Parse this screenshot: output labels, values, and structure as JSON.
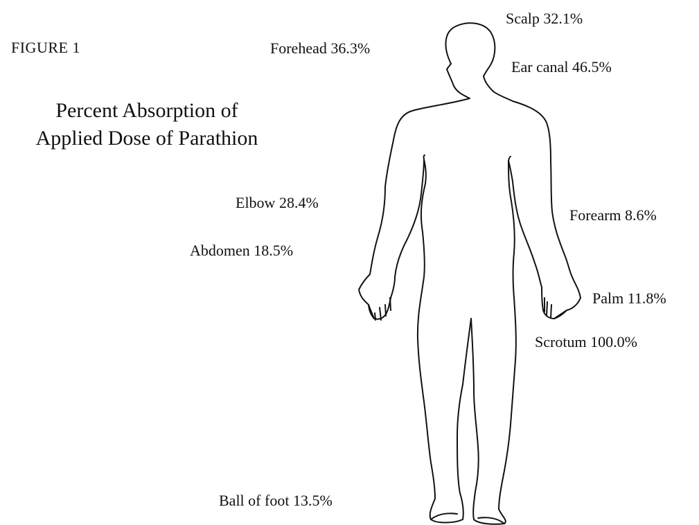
{
  "figure_label": "FIGURE 1",
  "title": {
    "line1": "Percent Absorption of",
    "line2": "Applied Dose of Parathion"
  },
  "sites": [
    {
      "name": "Scalp",
      "value": "32.1%"
    },
    {
      "name": "Forehead",
      "value": "36.3%"
    },
    {
      "name": "Ear canal",
      "value": "46.5%"
    },
    {
      "name": "Elbow",
      "value": "28.4%"
    },
    {
      "name": "Forearm",
      "value": "8.6%"
    },
    {
      "name": "Abdomen",
      "value": "18.5%"
    },
    {
      "name": "Palm",
      "value": "11.8%"
    },
    {
      "name": "Scrotum",
      "value": "100.0%"
    },
    {
      "name": "Ball of foot",
      "value": "13.5%"
    }
  ],
  "colors": {
    "ink": "#111111",
    "background": "#ffffff"
  }
}
